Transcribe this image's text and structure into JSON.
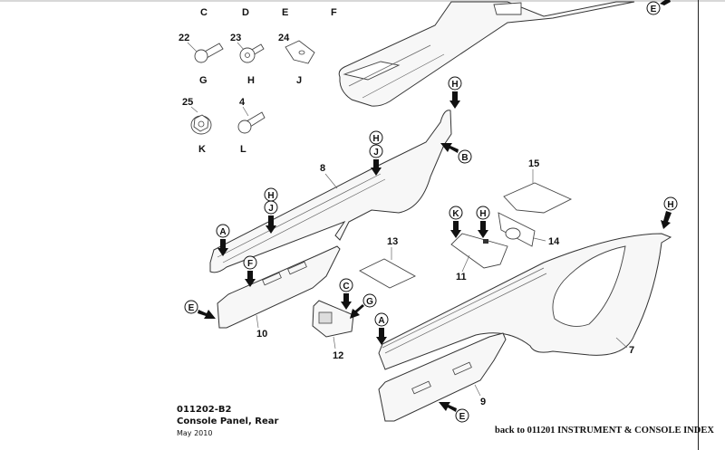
{
  "diagram": {
    "title_code": "011202-B2",
    "title": "Console Panel, Rear",
    "date": "May 2010",
    "back_link": "back to 011201 INSTRUMENT & CONSOLE INDEX",
    "fastener_legend": {
      "top_row_letters": [
        "C",
        "D",
        "E",
        "F"
      ],
      "fasteners": [
        {
          "part_no": "22",
          "letter": "G",
          "type": "countersunk-bolt"
        },
        {
          "part_no": "23",
          "letter": "H",
          "type": "flange-bolt"
        },
        {
          "part_no": "24",
          "letter": "J",
          "type": "spring-clip-nut"
        },
        {
          "part_no": "25",
          "letter": "K",
          "type": "flange-nut"
        },
        {
          "part_no": "4",
          "letter": "L",
          "type": "pan-head-bolt"
        }
      ]
    },
    "part_labels": [
      "7",
      "8",
      "9",
      "10",
      "11",
      "12",
      "13",
      "14",
      "15"
    ],
    "callouts": [
      "E",
      "H",
      "H",
      "J",
      "B",
      "H",
      "J",
      "A",
      "F",
      "E",
      "C",
      "G",
      "K",
      "H",
      "H",
      "A",
      "E"
    ]
  }
}
